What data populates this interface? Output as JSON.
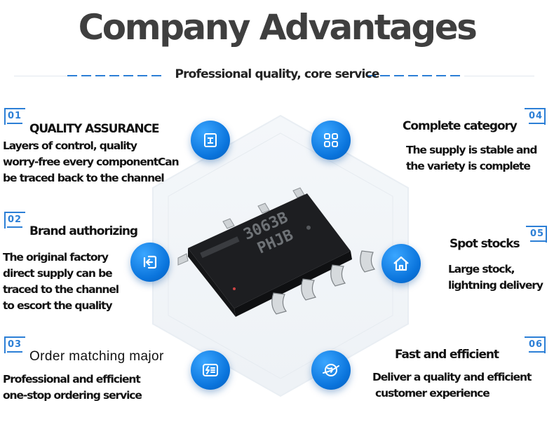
{
  "header": {
    "title": "Company Advantages",
    "subtitle": "Professional quality, core service"
  },
  "features": {
    "f01": {
      "num": "01",
      "title": "QUALITY ASSURANCE",
      "lines": [
        "Layers of control, quality",
        "worry-free every componentCan",
        "be traced back to the channel"
      ],
      "icon": "certificate-icon"
    },
    "f02": {
      "num": "02",
      "title": "Brand authorizing",
      "lines": [
        "The original factory",
        "direct supply can be",
        "traced to the channel",
        "to escort the quality"
      ],
      "icon": "login-arrow-icon"
    },
    "f03": {
      "num": "03",
      "title": "Order matching major",
      "lines": [
        "Professional and efficient",
        "one-stop ordering service"
      ],
      "icon": "list-lightning-icon"
    },
    "f04": {
      "num": "04",
      "title": "Complete category",
      "lines": [
        "The supply is stable and",
        "the variety is complete"
      ],
      "icon": "grid-icon"
    },
    "f05": {
      "num": "05",
      "title": "Spot stocks",
      "lines": [
        "Large stock,",
        "lightning delivery"
      ],
      "icon": "home-icon"
    },
    "f06": {
      "num": "06",
      "title": "Fast and efficient",
      "lines": [
        "Deliver a quality and efficient",
        "customer experience"
      ],
      "icon": "globe-icon"
    }
  },
  "chip": {
    "marking_line1": "3063B",
    "marking_line2": "PHJB"
  },
  "colors": {
    "accent": "#0a74dc",
    "title": "#3f3f3f",
    "text": "#111111"
  }
}
